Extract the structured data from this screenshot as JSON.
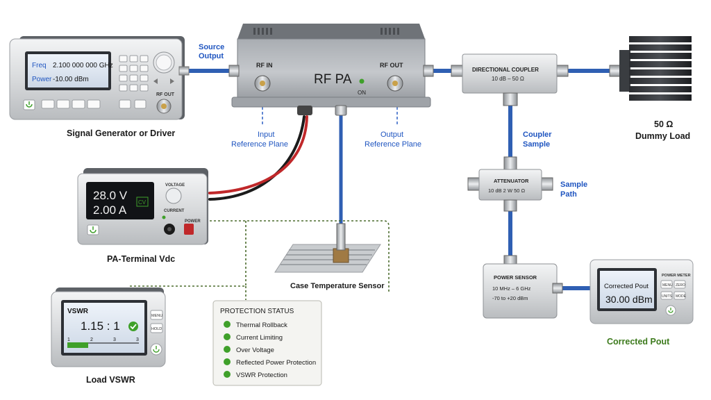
{
  "signal_generator": {
    "freq_label": "Freq",
    "freq_value": "2.100 000 000 GHz",
    "power_label": "Power",
    "power_value": "-10.00 dBm",
    "rf_out_label": "RF OUT",
    "caption": "Signal Generator or Driver",
    "source_output_line1": "Source",
    "source_output_line2": "Output"
  },
  "rf_pa": {
    "title": "RF PA",
    "rf_in_label": "RF IN",
    "rf_out_label": "RF OUT",
    "on_label": "ON",
    "input_ref_line1": "Input",
    "input_ref_line2": "Reference Plane",
    "output_ref_line1": "Output",
    "output_ref_line2": "Reference Plane"
  },
  "coupler": {
    "title": "DIRECTIONAL COUPLER",
    "spec": "10 dB  –  50 Ω",
    "sample_line1": "Coupler",
    "sample_line2": "Sample"
  },
  "dummy_load": {
    "line1": "50 Ω",
    "line2": "Dummy Load"
  },
  "attenuator": {
    "title": "ATTENUATOR",
    "spec": "10 dB   2 W   50 Ω",
    "path_line1": "Sample",
    "path_line2": "Path"
  },
  "power_supply": {
    "voltage": "28.0 V",
    "current": "2.00 A",
    "mode_badge": "CV",
    "voltage_knob_label": "VOLTAGE",
    "current_knob_label": "CURRENT",
    "power_label": "POWER",
    "caption": "PA-Terminal Vdc"
  },
  "temp_sensor": {
    "caption": "Case Temperature Sensor"
  },
  "power_sensor": {
    "title": "POWER SENSOR",
    "freq_range": "10 MHz – 6 GHz",
    "power_range": "-70 to +20 dBm"
  },
  "power_meter": {
    "brand": "POWER METER",
    "label": "Corrected Pout",
    "value": "30.00 dBm",
    "btn_menu": "MENU",
    "btn_zero": "ZERO",
    "btn_units": "UNITS",
    "btn_mode": "MODE",
    "caption": "Corrected Pout"
  },
  "vswr_meter": {
    "title": "VSWR",
    "value": "1.15 : 1",
    "scale": [
      "1",
      "2",
      "3",
      "3"
    ],
    "btn_menu": "MENU",
    "btn_hold": "HOLD",
    "caption": "Load VSWR"
  },
  "protection": {
    "title": "PROTECTION STATUS",
    "items": [
      "Thermal Rollback",
      "Current Limiting",
      "Over Voltage",
      "Reflected Power Protection",
      "VSWR Protection"
    ]
  },
  "colors": {
    "cable_blue": "#2f5fb3",
    "label_blue": "#1f55c0",
    "status_green": "#3fa02a",
    "caption_green": "#3c7a1c",
    "dc_red": "#c0282a"
  },
  "icons": [
    "power-icon",
    "check-icon",
    "led-icon"
  ]
}
